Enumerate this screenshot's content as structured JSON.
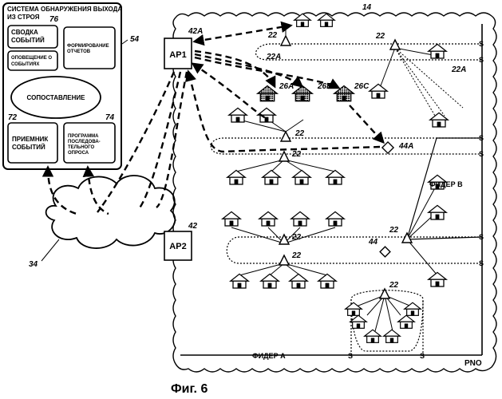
{
  "system_box": {
    "title_line1": "СИСТЕМА ОБНАРУЖЕНИЯ ВЫХОДА",
    "title_line2": "ИЗ СТРОЯ",
    "ref": "54",
    "event_summary_ref": "76",
    "event_summary_line1": "СВОДКА",
    "event_summary_line2": "СОБЫТИЙ",
    "report_gen_line1": "ФОРМИРОВАНИЕ",
    "report_gen_line2": "ОТЧЕТОВ",
    "event_notify_line1": "ОПОВЕЩЕНИЕ О",
    "event_notify_line2": "СОБЫТИЯХ",
    "correlation": "СОПОСТАВЛЕНИЕ",
    "receiver_ref": "72",
    "receiver_line1": "ПРИЕМНИК",
    "receiver_line2": "СОБЫТИЙ",
    "polling_ref": "74",
    "polling_line1": "ПРОГРАММА",
    "polling_line2": "ПОСЛЕДОВА-",
    "polling_line3": "ТЕЛЬНОГО",
    "polling_line4": "ОПРОСА"
  },
  "cloud_ref": "34",
  "ap1": {
    "label": "AP1",
    "ref": "42A"
  },
  "ap2": {
    "label": "AP2",
    "ref": "42"
  },
  "area_ref": "14",
  "labels": {
    "ref_22": "22",
    "ref_22a": "22A",
    "ref_26a": "26A",
    "ref_26b": "26B",
    "ref_26c": "26C",
    "ref_44a": "44A",
    "ref_44": "44",
    "switch": "S",
    "feeder_a": "ФИДЕР А",
    "feeder_b": "ФИДЕР В",
    "pno": "PNO"
  },
  "caption": "Фиг. 6"
}
